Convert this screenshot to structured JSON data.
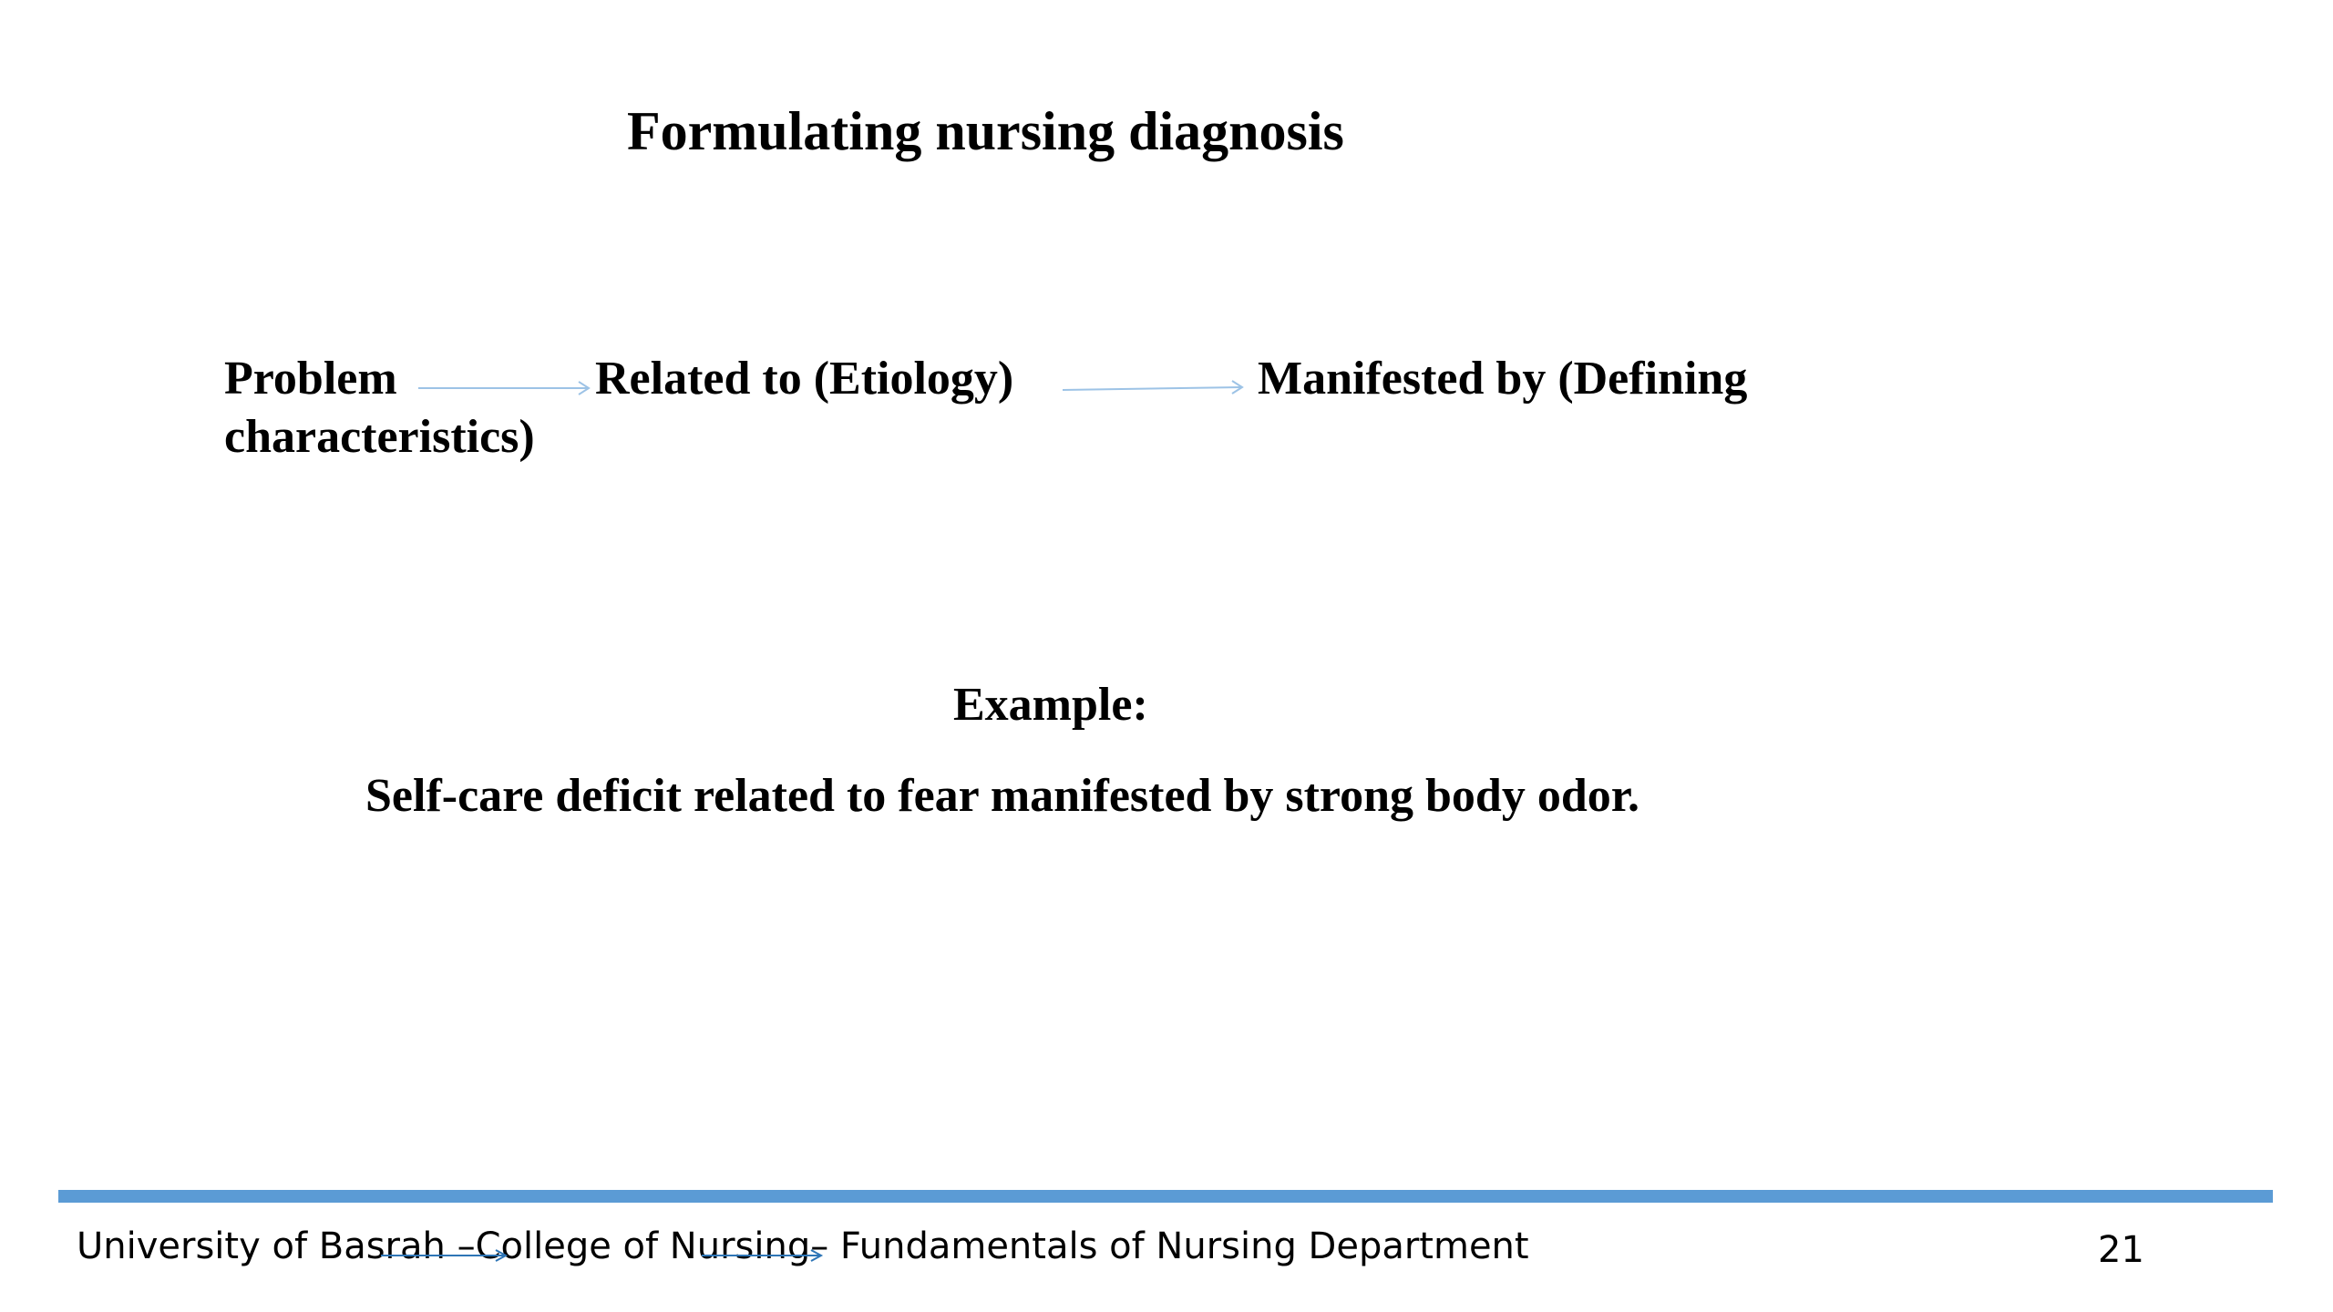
{
  "slide": {
    "title": "Formulating nursing diagnosis",
    "formula": {
      "problem": "Problem",
      "related": "Related to (Etiology)",
      "manifested": "Manifested by (Defining",
      "continuation": "characteristics)"
    },
    "example_label": "Example:",
    "example_sentence": "Self-care deficit related to fear manifested by strong body odor."
  },
  "footer": {
    "text": "University of Basrah –College of Nursing– Fundamentals of Nursing Department",
    "page_number": "21"
  },
  "colors": {
    "footer_bar": "#5b9bd5",
    "arrow": "#9dc3e6",
    "footer_arrow": "#2e75b6"
  },
  "icons": {
    "formula_arrow": "arrow-right-icon"
  }
}
